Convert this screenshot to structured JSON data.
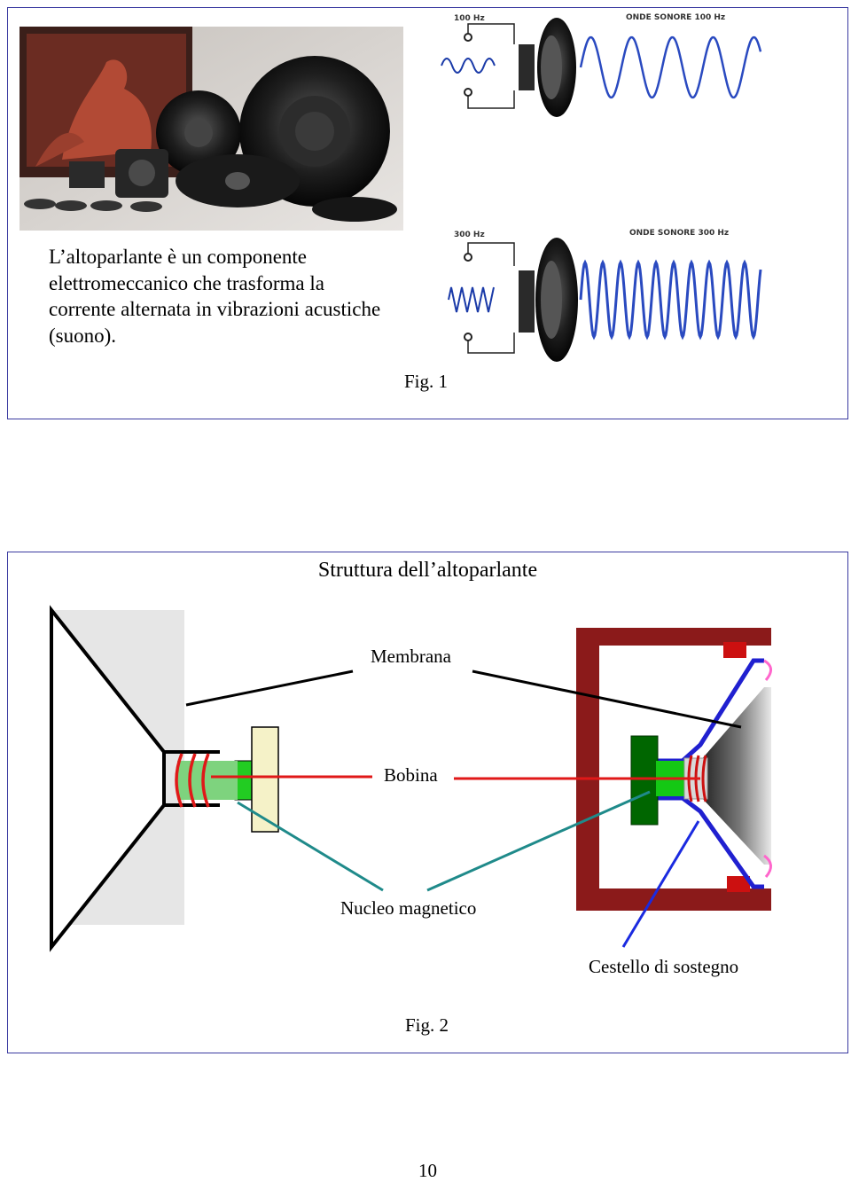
{
  "intro_text": "L’altoparlante è un componente elettromeccanico che trasforma la corrente alternata in vibrazioni acustiche (suono).",
  "fig1_caption": "Fig. 1",
  "fig1_top_freq": "100 Hz",
  "fig1_top_waves": "ONDE SONORE 100 Hz",
  "fig1_bottom_freq": "300 Hz",
  "fig1_bottom_waves": "ONDE SONORE 300 Hz",
  "structure_title": "Struttura dell’altoparlante",
  "labels": {
    "membrana": "Membrana",
    "bobina": "Bobina",
    "nucleo": "Nucleo magnetico",
    "cestello": "Cestello di sostegno"
  },
  "fig2_caption": "Fig. 2",
  "page_number": "10"
}
